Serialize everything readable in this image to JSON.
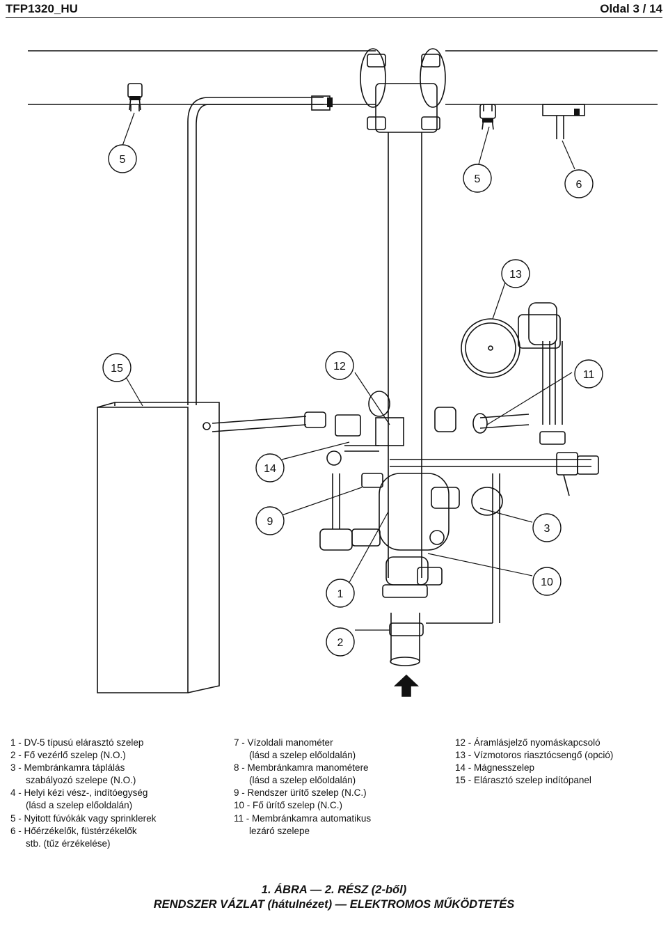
{
  "header": {
    "doc_id": "TFP1320_HU",
    "page": "Oldal 3 / 14"
  },
  "callouts": [
    "5",
    "5",
    "6",
    "13",
    "15",
    "12",
    "11",
    "14",
    "9",
    "3",
    "10",
    "1",
    "2"
  ],
  "legend": {
    "col1": [
      "1 - DV-5 típusú elárasztó szelep",
      "2 - Fő vezérlő szelep (N.O.)",
      "3 - Membránkamra táplálás",
      "szabályozó szelepe (N.O.)",
      "4 - Helyi kézi vész-, indítóegység",
      "(lásd a szelep előoldalán)",
      "5 - Nyitott fúvókák vagy sprinklerek",
      "6 - Hőérzékelők, füstérzékelők",
      "stb. (tűz érzékelése)"
    ],
    "col2": [
      "7 - Vízoldali manométer",
      "(lásd a szelep előoldalán)",
      "8 - Membránkamra manométere",
      "(lásd a szelep előoldalán)",
      "9 - Rendszer ürítő szelep (N.C.)",
      "10 - Fő ürítő szelep (N.C.)",
      "11 - Membránkamra automatikus",
      "lezáró szelepe"
    ],
    "col3": [
      "12 - Áramlásjelző nyomáskapcsoló",
      "13 - Vízmotoros riasztócsengő (opció)",
      "14 - Mágnesszelep",
      "15 - Elárasztó szelep indítópanel"
    ]
  },
  "caption": {
    "line1": "1. ÁBRA — 2. RÉSZ (2-ből)",
    "line2": "RENDSZER VÁZLAT (hátulnézet) — ELEKTROMOS MŰKÖDTETÉS"
  }
}
